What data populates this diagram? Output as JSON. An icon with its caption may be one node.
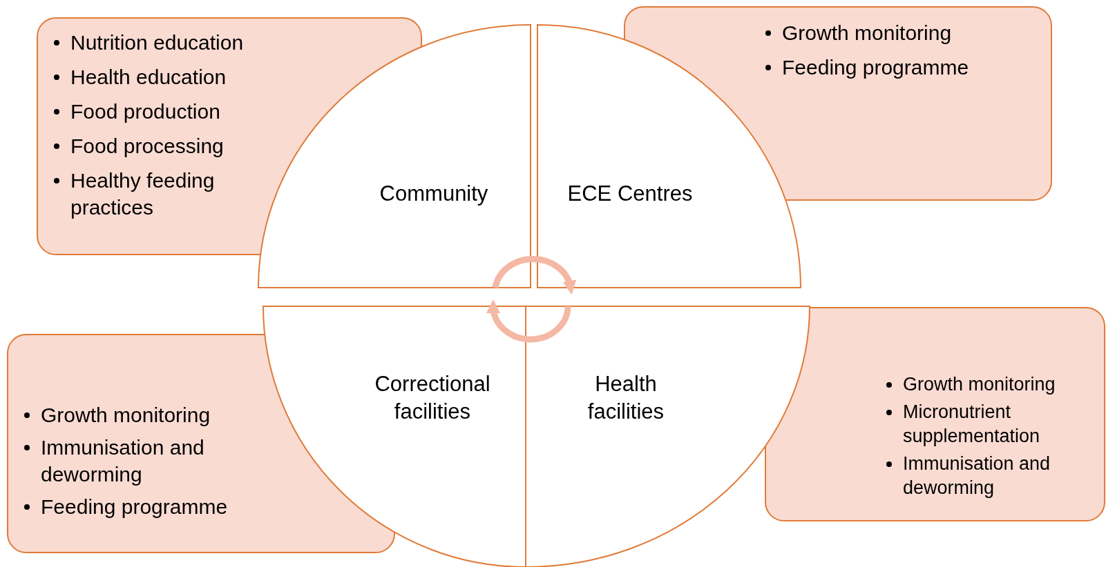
{
  "diagram": {
    "nodes": [
      {
        "text": [
          "Nutrition education",
          "Health education",
          "Food production",
          "Food processing",
          "Healthy feeding practices"
        ]
      },
      {
        "text": [
          "Community"
        ]
      },
      {
        "text": [
          "ECE Centres"
        ]
      },
      {
        "text": [
          "Growth monitoring",
          "Feeding programme"
        ]
      },
      {
        "text": [
          "Correctional facilities"
        ]
      },
      {
        "text": [
          "Health facilities"
        ]
      },
      {
        "text": [
          "Growth monitoring",
          "Immunisation and deworming",
          "Feeding programme"
        ]
      },
      {
        "text": [
          "Growth monitoring",
          "Micronutrient supplementation",
          "Immunisation and deworming"
        ]
      }
    ],
    "edges": [
      {
        "from": 1,
        "to": 2,
        "arrow": "to"
      },
      {
        "from": 5,
        "to": 4,
        "arrow": "to"
      }
    ]
  }
}
